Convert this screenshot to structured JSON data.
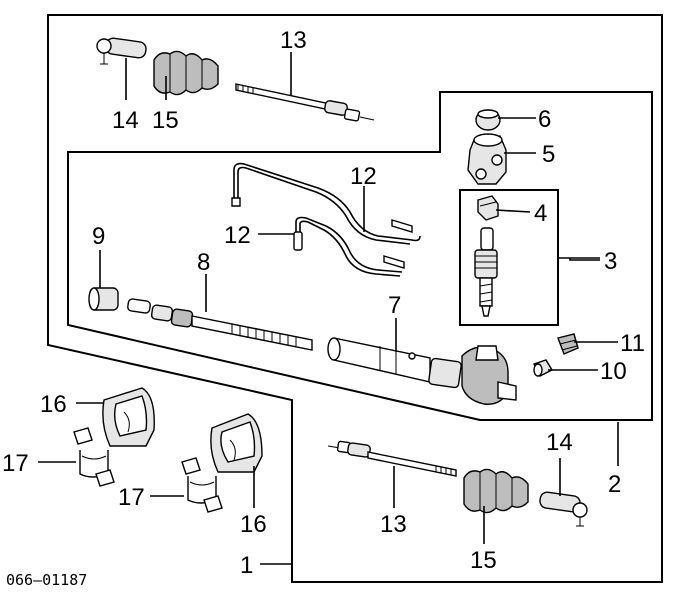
{
  "diagram": {
    "callouts": [
      "1",
      "2",
      "3",
      "4",
      "5",
      "6",
      "7",
      "8",
      "9",
      "10",
      "11",
      "12",
      "12",
      "13",
      "13",
      "14",
      "14",
      "15",
      "15",
      "16",
      "16",
      "17",
      "17"
    ],
    "reference_code": "066–01187"
  }
}
